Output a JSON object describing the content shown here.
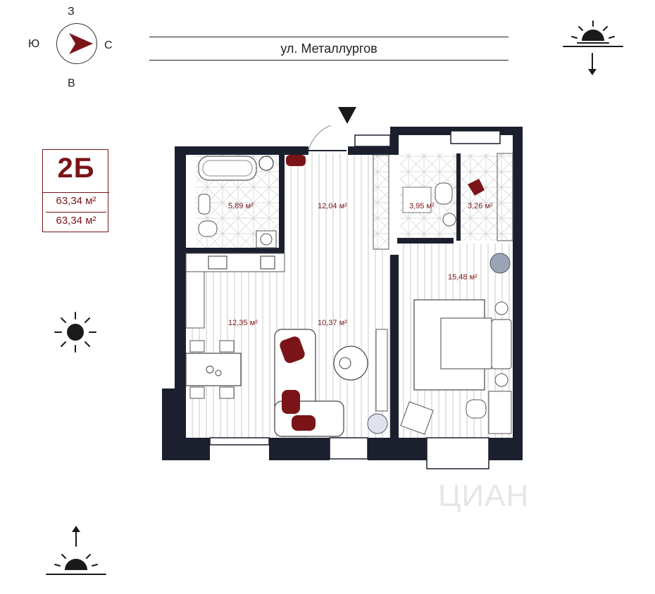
{
  "compass": {
    "north": "З",
    "west": "Ю",
    "east": "С",
    "south": "В"
  },
  "street": {
    "name": "ул. Металлургов"
  },
  "apartment": {
    "code": "2Б",
    "area_total": "63,34 м²",
    "area_living": "63,34 м²"
  },
  "rooms": [
    {
      "label": "5,89 м²"
    },
    {
      "label": "12,04 м²"
    },
    {
      "label": "3,95 м²"
    },
    {
      "label": "3,26 м²"
    },
    {
      "label": "15,48 м²"
    },
    {
      "label": "12,35 м²"
    },
    {
      "label": "10,37 м²"
    }
  ],
  "watermark": "ЦИАН",
  "colors": {
    "accent": "#7a1418",
    "wall": "#1c1f2e",
    "floor_line": "#c9c9cc"
  },
  "icons": [
    "sun-icon",
    "sunrise-icon",
    "sunset-icon",
    "compass-arrow-icon",
    "entrance-marker-icon"
  ]
}
